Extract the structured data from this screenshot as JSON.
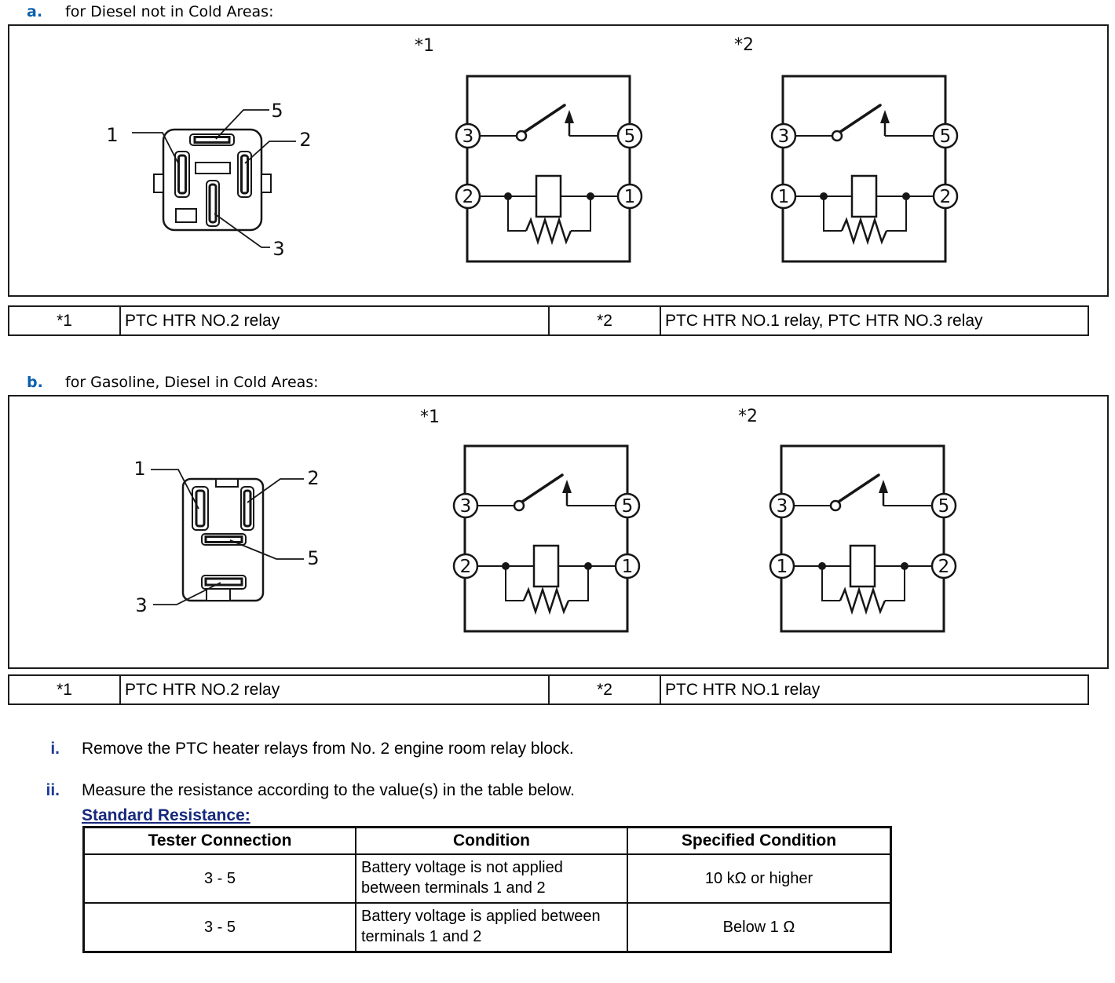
{
  "sections": [
    {
      "label": "a.",
      "title": "for Diesel not in Cold Areas:",
      "relay": {
        "pin1": "1",
        "pin2": "2",
        "pin3": "3",
        "pin5": "5"
      },
      "circuits": [
        {
          "tag": "*1",
          "tl": "3",
          "tr": "5",
          "bl": "2",
          "br": "1"
        },
        {
          "tag": "*2",
          "tl": "3",
          "tr": "5",
          "bl": "1",
          "br": "2"
        }
      ],
      "legend": [
        {
          "key": "*1",
          "value": "PTC HTR NO.2 relay"
        },
        {
          "key": "*2",
          "value": "PTC HTR NO.1 relay, PTC HTR NO.3 relay"
        }
      ]
    },
    {
      "label": "b.",
      "title": "for Gasoline, Diesel in Cold Areas:",
      "relay": {
        "pin1": "1",
        "pin2": "2",
        "pin3": "3",
        "pin5": "5"
      },
      "circuits": [
        {
          "tag": "*1",
          "tl": "3",
          "tr": "5",
          "bl": "2",
          "br": "1"
        },
        {
          "tag": "*2",
          "tl": "3",
          "tr": "5",
          "bl": "1",
          "br": "2"
        }
      ],
      "legend": [
        {
          "key": "*1",
          "value": "PTC HTR NO.2 relay"
        },
        {
          "key": "*2",
          "value": "PTC HTR NO.1 relay"
        }
      ]
    }
  ],
  "steps": [
    {
      "label": "i.",
      "text": "Remove the PTC heater relays from No. 2 engine room relay block."
    },
    {
      "label": "ii.",
      "text": "Measure the resistance according to the value(s) in the table below."
    }
  ],
  "resistance": {
    "title": "Standard Resistance:",
    "headers": [
      "Tester Connection",
      "Condition",
      "Specified Condition"
    ],
    "rows": [
      {
        "connection": "3 - 5",
        "condition": "Battery voltage is not applied between terminals 1 and 2",
        "specified": "10 kΩ or higher"
      },
      {
        "connection": "3 - 5",
        "condition": "Battery voltage is applied between terminals 1 and 2",
        "specified": "Below 1 Ω"
      }
    ]
  },
  "colors": {
    "heading_blue": "#0d5fae",
    "step_blue": "#1e3a96",
    "title_navy": "#16297c"
  }
}
